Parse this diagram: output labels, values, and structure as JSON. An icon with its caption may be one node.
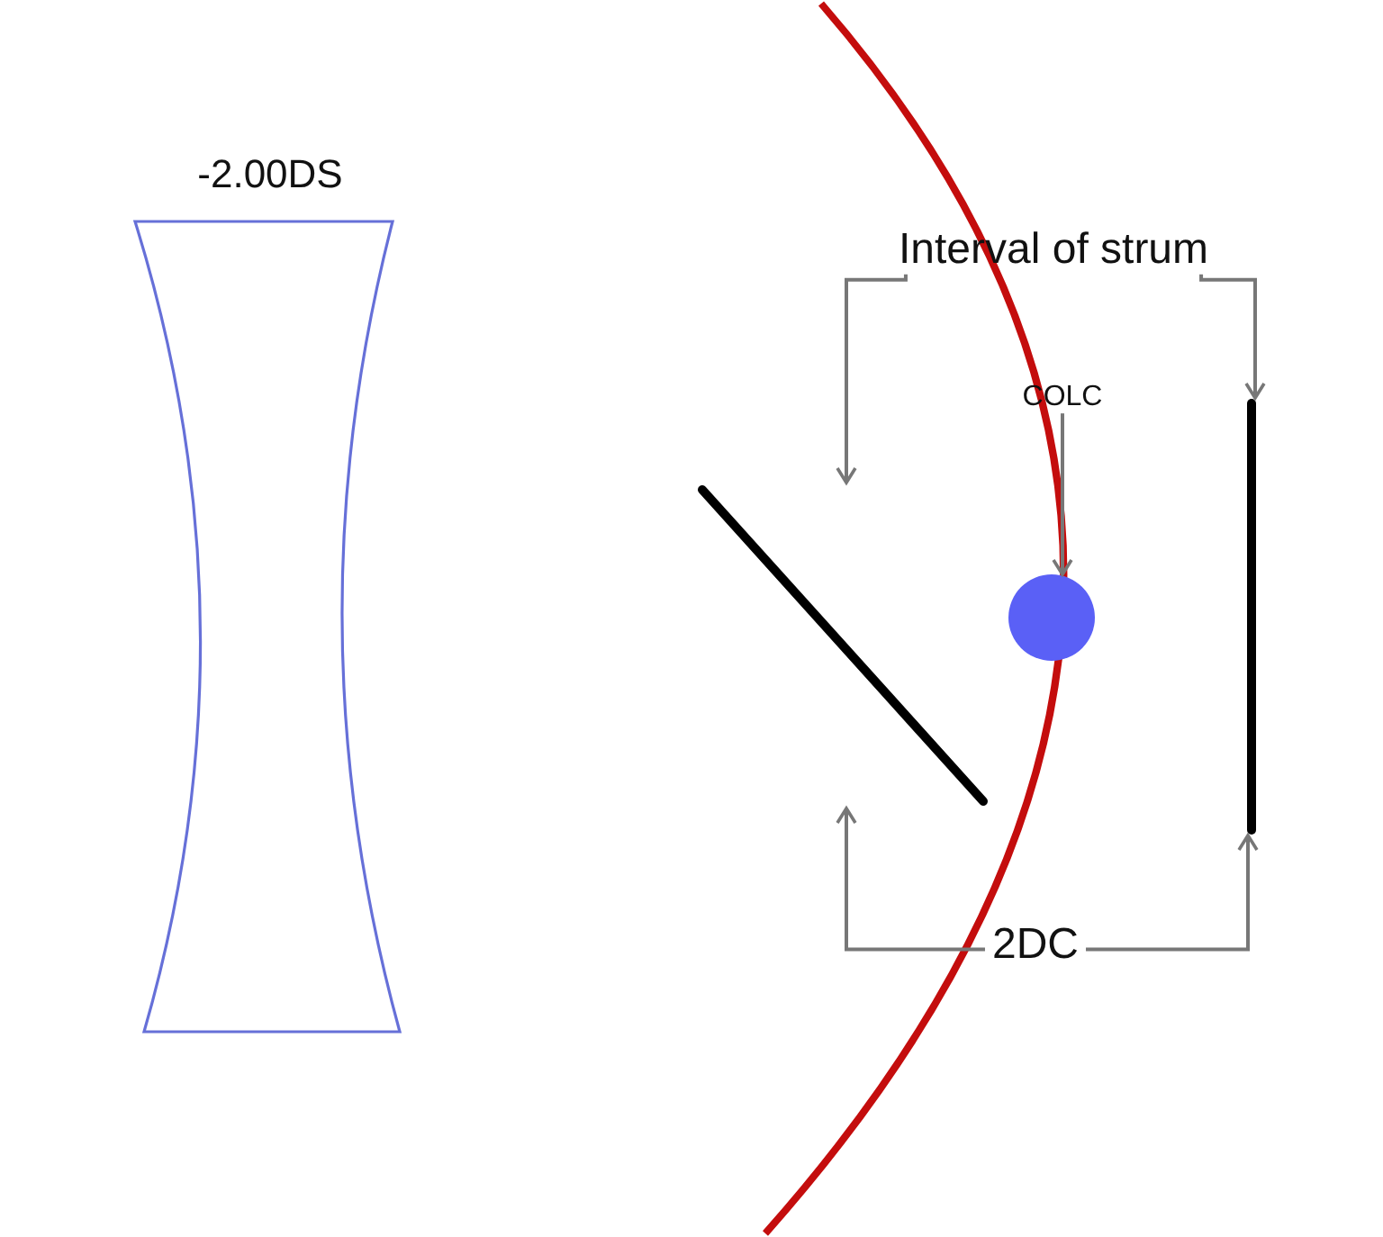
{
  "diagram": {
    "nodes": [
      {
        "text": [
          "-2.00DS"
        ]
      },
      {
        "text": [
          "Interval of strum"
        ]
      },
      {
        "text": [
          "COLC"
        ]
      },
      {
        "text": [],
        "shape": "bar"
      },
      {
        "text": [],
        "shape": "circle"
      },
      {
        "text": [],
        "shape": "bar"
      },
      {
        "text": [
          "2DC"
        ]
      }
    ],
    "edges": [
      {
        "from": 1,
        "to": 3,
        "arrow": "to"
      },
      {
        "from": 1,
        "to": 5,
        "arrow": "to"
      },
      {
        "from": 2,
        "to": 4,
        "arrow": "to"
      },
      {
        "from": 6,
        "to": 3,
        "arrow": "to"
      },
      {
        "from": 6,
        "to": 5,
        "arrow": "to"
      }
    ]
  }
}
